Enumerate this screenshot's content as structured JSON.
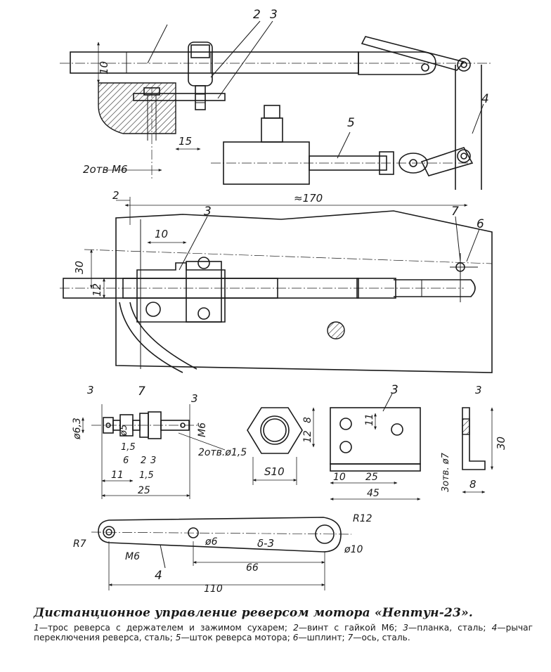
{
  "top_view": {
    "parts": [
      "2",
      "3",
      "4",
      "5"
    ],
    "dims": [
      "10",
      "15",
      "2отв М6",
      "2",
      "≈170"
    ]
  },
  "side_view": {
    "parts": [
      "3",
      "7",
      "6"
    ],
    "dims": [
      "10",
      "30",
      "12"
    ]
  },
  "axle_detail": {
    "part": "7",
    "dims": [
      "3",
      "3",
      "ø6,3",
      "ø5",
      "М6",
      "1,5",
      "6",
      "2",
      "3",
      "1,5",
      "11",
      "25",
      "2отв.ø1,5"
    ]
  },
  "nut_detail": {
    "dims": [
      "S10"
    ]
  },
  "plate_detail": {
    "part": "3",
    "dims": [
      "8",
      "11",
      "12",
      "10",
      "25",
      "45"
    ]
  },
  "bracket_detail": {
    "dims": [
      "3",
      "30",
      "3отв. ø7",
      "8"
    ]
  },
  "lever_detail": {
    "part": "4",
    "dims": [
      "R7",
      "М6",
      "ø6",
      "δ-3",
      "R12",
      "ø10",
      "66",
      "110"
    ]
  },
  "caption": {
    "title": "Дистанционное управление реверсом мотора «Нептун-23».",
    "legend": [
      {
        "num": "1",
        "text": "—трос реверса с держателем и зажимом сухарем;"
      },
      {
        "num": "2",
        "text": "—винт с гайкой М6;"
      },
      {
        "num": "3",
        "text": "—планка, сталь;"
      },
      {
        "num": "4",
        "text": "—рычаг переключения реверса, сталь;"
      },
      {
        "num": "5",
        "text": "—шток реверса мотора;"
      },
      {
        "num": "6",
        "text": "—шплинт;"
      },
      {
        "num": "7",
        "text": "—ось, сталь."
      }
    ]
  }
}
